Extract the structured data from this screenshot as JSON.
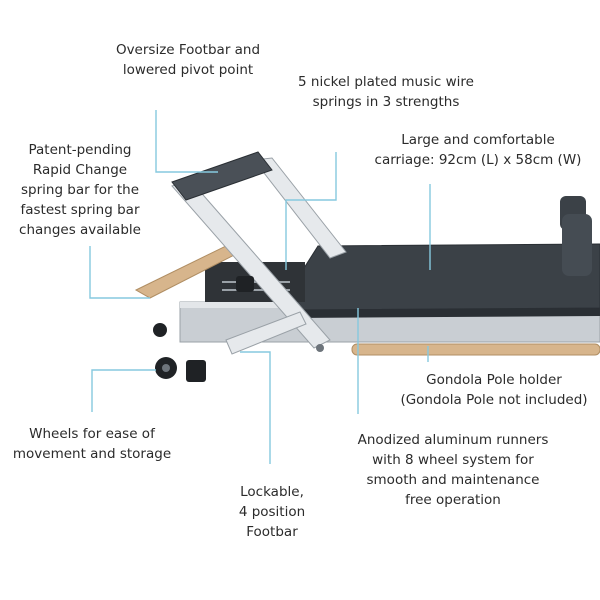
{
  "colors": {
    "leader_line": "#86c9df",
    "text": "#2b2b2b",
    "upholstery": "#3b4147",
    "aluminum": "#c9ced3",
    "wood": "#d7b58c"
  },
  "callouts": {
    "footbar_oversize": [
      "Oversize Footbar and",
      "lowered pivot point"
    ],
    "springs": [
      "5 nickel plated music wire",
      "springs in 3 strengths"
    ],
    "spring_bar": [
      "Patent-pending",
      "Rapid Change",
      "spring bar for the",
      "fastest spring bar",
      "changes available"
    ],
    "carriage": [
      "Large and comfortable",
      "carriage: 92cm (L) x 58cm (W)"
    ],
    "gondola": [
      "Gondola Pole holder",
      "(Gondola Pole not included)"
    ],
    "wheels": [
      "Wheels for ease of",
      "movement and storage"
    ],
    "runners": [
      "Anodized aluminum runners",
      "with 8 wheel system for",
      "smooth and maintenance",
      "free operation"
    ],
    "footbar_lockable": [
      "Lockable,",
      "4 position",
      "Footbar"
    ]
  },
  "product_icon": "pilates-reformer-illustration"
}
